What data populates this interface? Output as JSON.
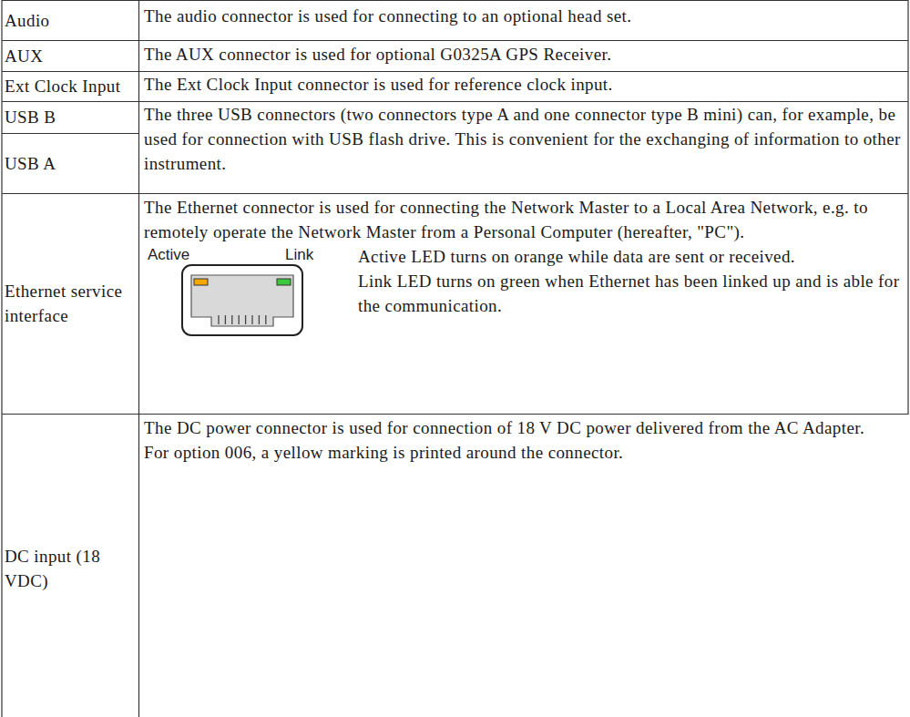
{
  "diagram": {
    "labels": [
      "Audio",
      "The audio connector is used for connecting to an optional head set.",
      "AUX",
      "The AUX connector is used for optional G0325A GPS Receiver.",
      "Ext Clock Input",
      "The Ext Clock Input connector is used for reference clock input.",
      "USB B",
      "The three USB connectors (two connectors type A and one connector type B mini) can, for example, be used for connection with USB flash drive. This is convenient for the exchanging of information to other instrument.",
      "USB A",
      "Ethernet service interface",
      "The Ethernet connector is used for connecting the Network Master to a Local Area Network, e.g. to remotely operate the Network Master from a Personal Computer (hereafter, \"PC\").",
      "Active",
      "Link",
      "Active LED turns on orange while data are sent or received.",
      "Link LED turns on green when Ethernet has been linked up and is able for the communication.",
      "DC input (18 VDC)",
      "The DC power connector is used for connection of 18 V DC power delivered from the AC Adapter.",
      "For option 006, a yellow marking is printed around the connector."
    ]
  }
}
